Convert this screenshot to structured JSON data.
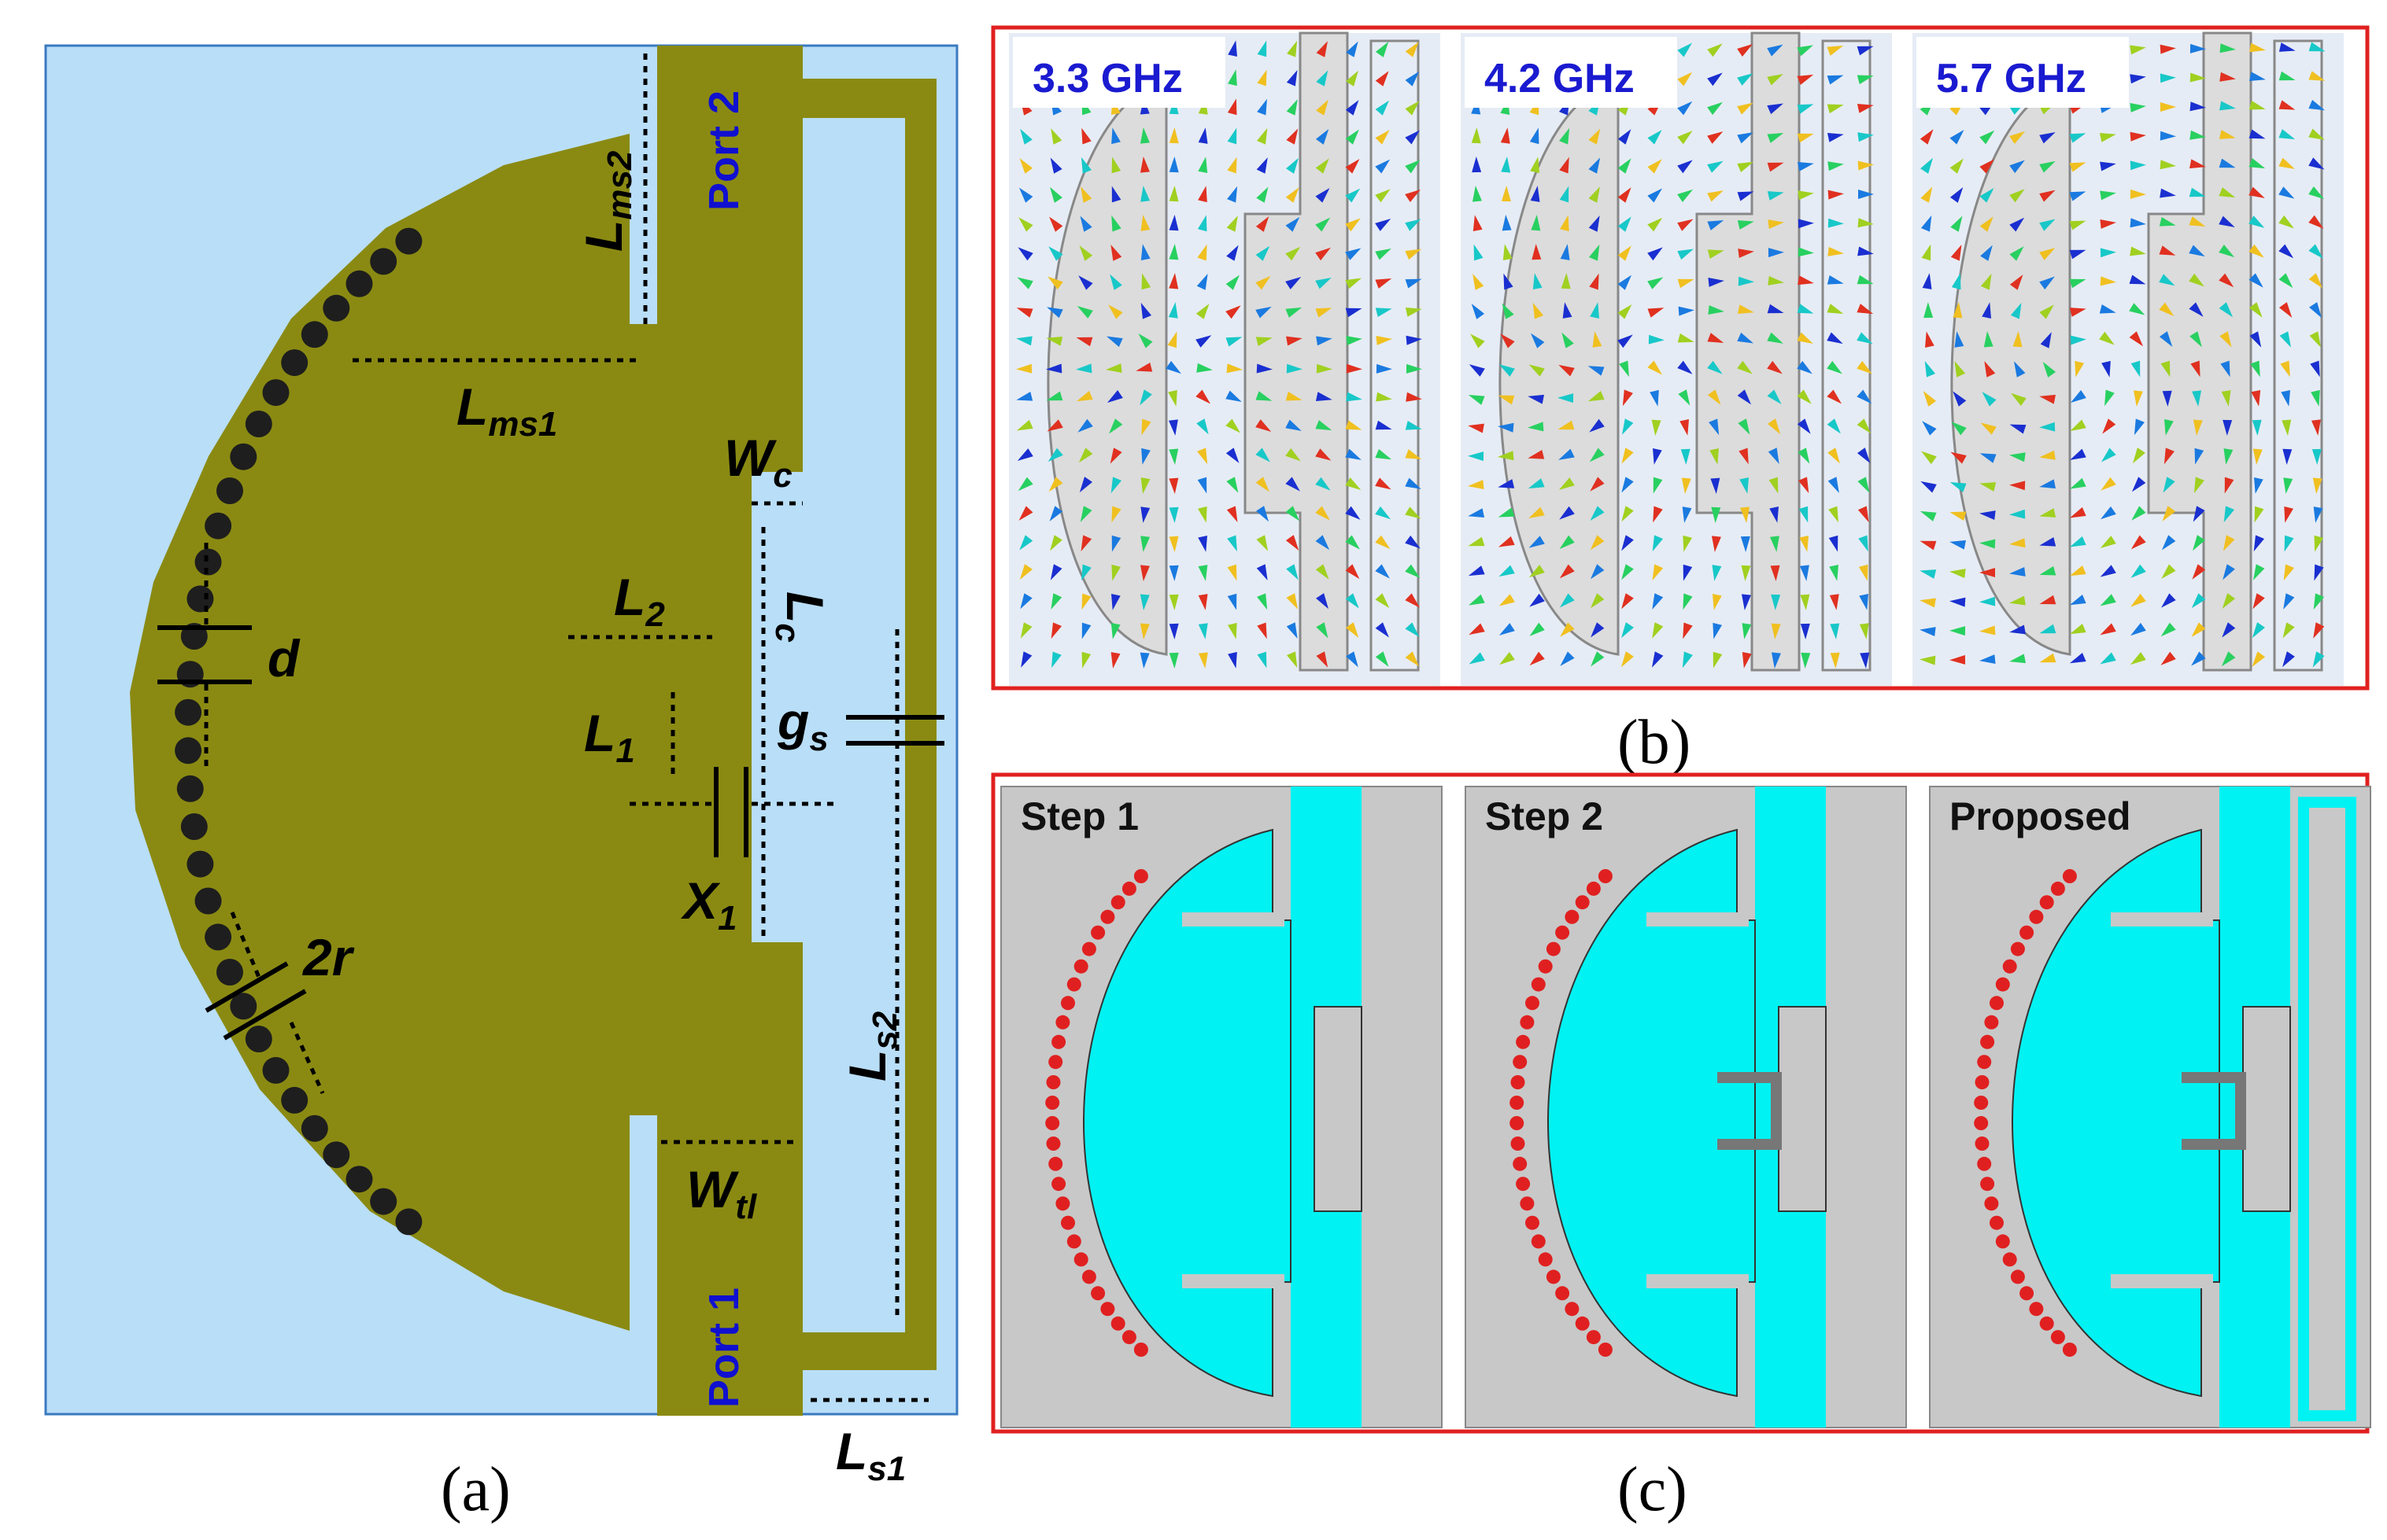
{
  "panel_a": {
    "caption": "(a)",
    "port1": "Port 1",
    "port2": "Port 2",
    "labels": {
      "lms2": {
        "main": "L",
        "sub": "ms2"
      },
      "lms1": {
        "main": "L",
        "sub": "ms1"
      },
      "wc": {
        "main": "W",
        "sub": "c"
      },
      "lc": {
        "main": "L",
        "sub": "c"
      },
      "l2": {
        "main": "L",
        "sub": "2"
      },
      "l1": {
        "main": "L",
        "sub": "1"
      },
      "d": {
        "main": "d",
        "sub": ""
      },
      "gs": {
        "main": "g",
        "sub": "s"
      },
      "x1": {
        "main": "X",
        "sub": "1"
      },
      "r2": {
        "main": "2r",
        "sub": ""
      },
      "ls2": {
        "main": "L",
        "sub": "s2"
      },
      "wtl": {
        "main": "W",
        "sub": "tl"
      },
      "ls1": {
        "main": "L",
        "sub": "s1"
      }
    },
    "colors": {
      "substrate": "#b9def7",
      "copper": "#8a8a13",
      "via": "#1e1e1e"
    }
  },
  "panel_b": {
    "caption": "(b)",
    "frequencies": [
      "3.3 GHz",
      "4.2 GHz",
      "5.7 GHz"
    ],
    "colors": {
      "frame": "#e02020",
      "background": "#e6ecf5",
      "antenna": "#dcdcdc"
    }
  },
  "panel_c": {
    "caption": "(c)",
    "steps": [
      "Step 1",
      "Step 2",
      "Proposed"
    ],
    "colors": {
      "frame": "#e02020",
      "ground": "#c8c8c8",
      "patch": "#00f2f2",
      "via": "#e02020"
    }
  }
}
